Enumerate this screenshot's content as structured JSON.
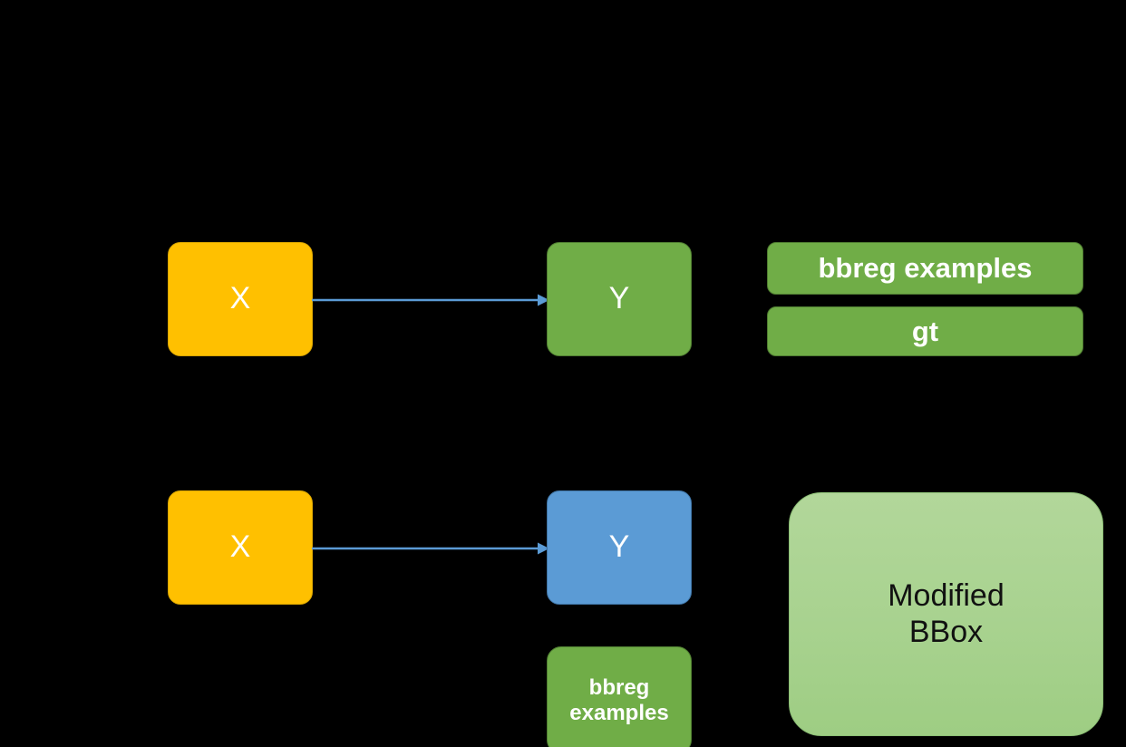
{
  "diagram": {
    "background_color": "#000000",
    "title": "",
    "rows": [
      {
        "id": "top-row",
        "nodes": [
          {
            "id": "top-x",
            "label": "X",
            "color": "#ffc000",
            "shape": "rounded-rect"
          },
          {
            "id": "top-y",
            "label": "Y",
            "color": "#70ad47",
            "shape": "rounded-rect"
          },
          {
            "id": "top-bbreg",
            "label": "bbreg examples",
            "color": "#70ad47",
            "shape": "rounded-bar"
          },
          {
            "id": "top-gt",
            "label": "gt",
            "color": "#70ad47",
            "shape": "rounded-bar"
          }
        ],
        "connectors": [
          {
            "id": "top-arrow",
            "from": "top-x",
            "to": "top-y",
            "color": "#5b9bd5",
            "style": "solid-arrow"
          }
        ]
      },
      {
        "id": "bottom-row",
        "nodes": [
          {
            "id": "bottom-x",
            "label": "X",
            "color": "#ffc000",
            "shape": "rounded-rect"
          },
          {
            "id": "bottom-y",
            "label": "Y",
            "color": "#5b9bd5",
            "shape": "rounded-rect"
          },
          {
            "id": "bottom-bbreg",
            "label": "bbreg\nexamples",
            "color": "#70ad47",
            "shape": "rounded-rect"
          },
          {
            "id": "modified-bbox",
            "label": "Modified\nBBox",
            "color": "#a8d28f",
            "shape": "rounded-rect-large"
          }
        ],
        "connectors": [
          {
            "id": "bottom-arrow",
            "from": "bottom-x",
            "to": "bottom-y",
            "color": "#5b9bd5",
            "style": "solid-arrow"
          }
        ]
      }
    ],
    "palette": {
      "yellow": "#ffc000",
      "green": "#70ad47",
      "blue": "#5b9bd5",
      "light_green": "#a8d28f",
      "arrow_blue": "#5b9bd5",
      "text_white": "#ffffff",
      "text_black": "#111111"
    }
  }
}
